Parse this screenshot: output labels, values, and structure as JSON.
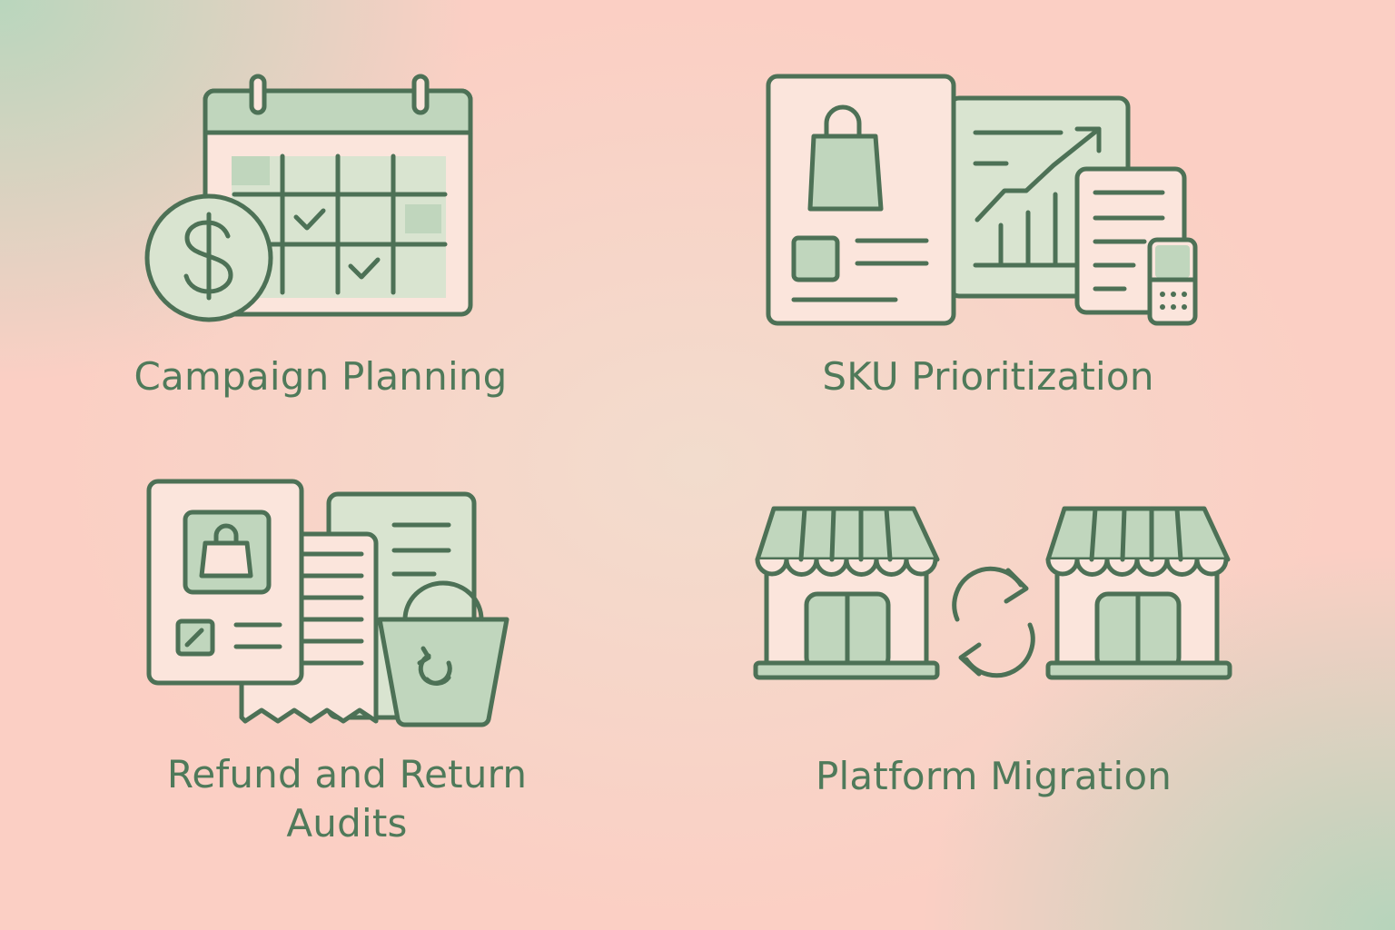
{
  "cards": [
    {
      "label": "Campaign Planning",
      "icons": [
        "calendar-icon",
        "dollar-coin-icon",
        "checkmark-icon"
      ]
    },
    {
      "label": "SKU Prioritization",
      "icons": [
        "product-sheet-icon",
        "growth-chart-icon",
        "calculator-icon"
      ]
    },
    {
      "label": "Refund and Return Audits",
      "label_line1": "Refund and Return",
      "label_line2": "Audits",
      "icons": [
        "receipt-icon",
        "shopping-bag-icon",
        "return-basket-icon"
      ]
    },
    {
      "label": "Platform Migration",
      "icons": [
        "storefront-icon",
        "sync-arrows-icon"
      ]
    }
  ],
  "palette": {
    "stroke": "#4d7156",
    "text": "#4f7a5a",
    "accent_green": "#c0d6bd",
    "paper": "#fbe5dc"
  }
}
